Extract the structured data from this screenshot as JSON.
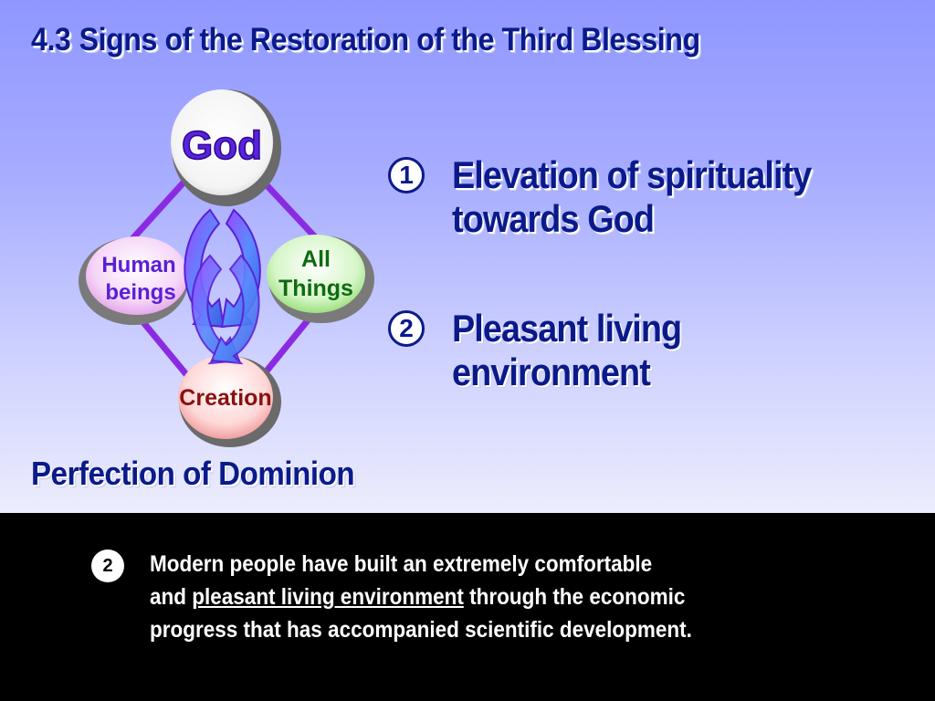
{
  "title": {
    "number": "4.3",
    "text": "Signs of the Restoration of the Third Blessing"
  },
  "diagram": {
    "nodes": {
      "god": "God",
      "human_line1": "Human",
      "human_line2": "beings",
      "things_line1": "All",
      "things_line2": "Things",
      "creation": "Creation"
    },
    "caption": "Perfection of Dominion"
  },
  "points": [
    {
      "number": "1",
      "line1": "Elevation of spirituality",
      "line2": "towards God"
    },
    {
      "number": "2",
      "line1": "Pleasant living",
      "line2": "environment"
    }
  ],
  "note": {
    "number": "2",
    "line1": "Modern people have built an extremely comfortable",
    "line2_pre": "and ",
    "line2_link": "pleasant living environment",
    "line2_post": " through the economic",
    "line3": "progress that has accompanied scientific development."
  },
  "colors": {
    "title": "#0a1a8a",
    "diamond": "#8a2be2",
    "god_text": "#4a12c4",
    "human_text": "#5a1fd6",
    "things_text": "#0e6b10",
    "creation_text": "#8a1010"
  }
}
